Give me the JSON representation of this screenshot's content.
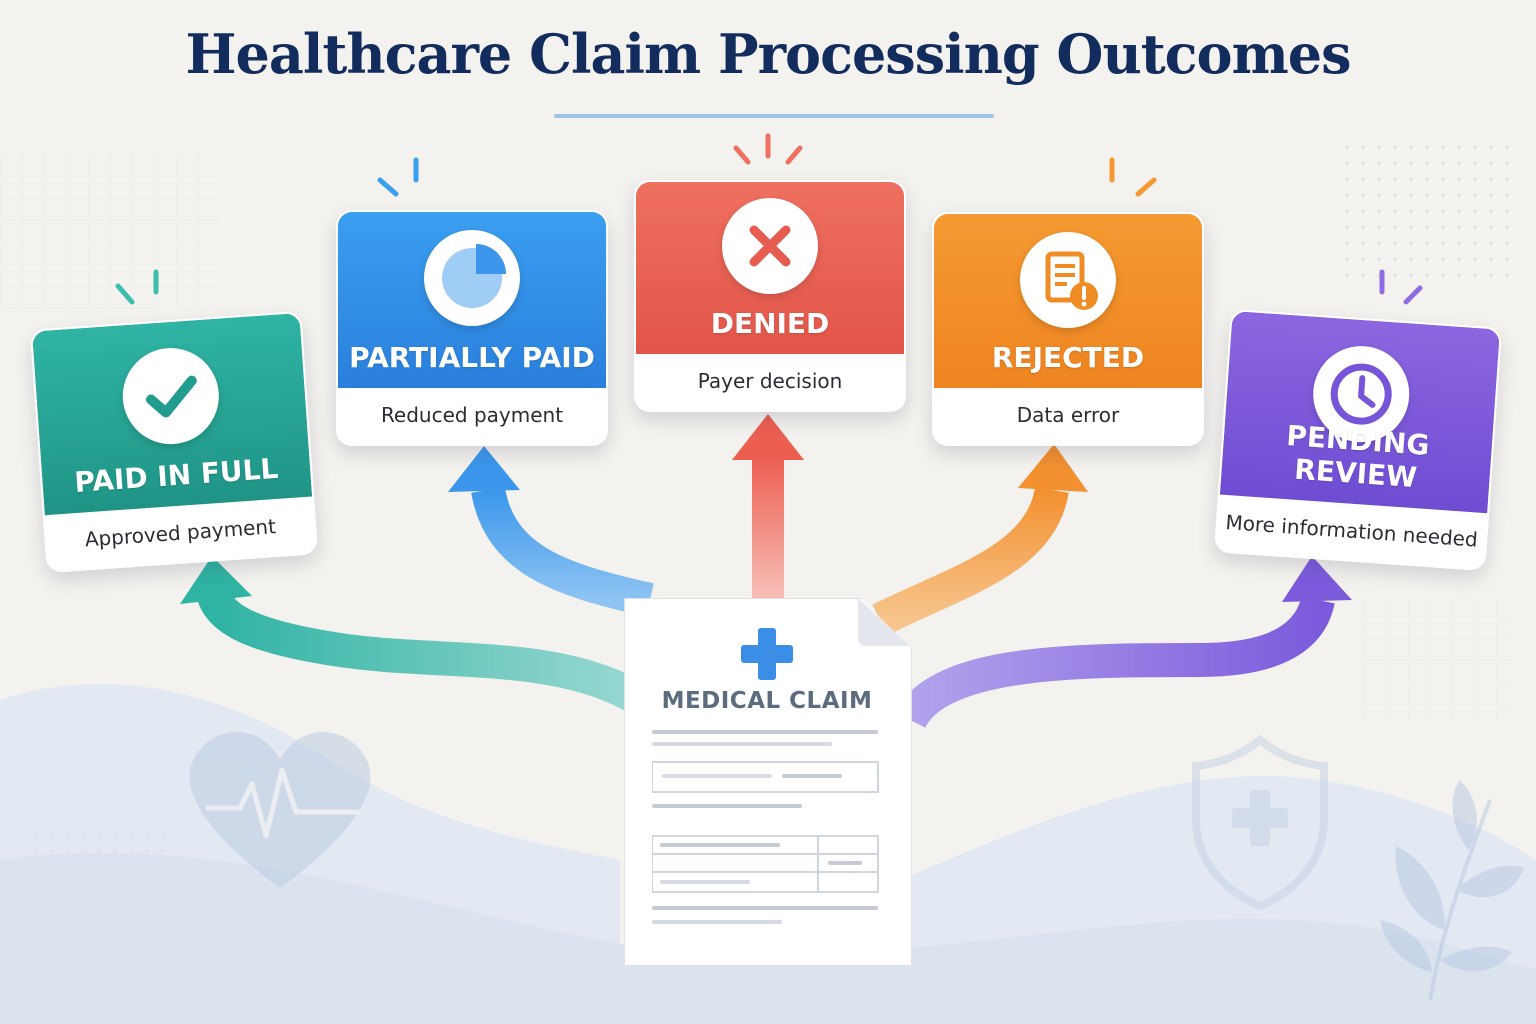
{
  "title": "Healthcare Claim Processing Outcomes",
  "source": {
    "label": "MEDICAL CLAIM"
  },
  "outcomes": [
    {
      "id": "paid",
      "label": "PAID IN FULL",
      "description": "Approved payment",
      "color": "#229c8e",
      "icon": "check-icon"
    },
    {
      "id": "partial",
      "label": "PARTIALLY PAID",
      "description": "Reduced payment",
      "color": "#2f8ae3",
      "icon": "pie-chart-icon"
    },
    {
      "id": "denied",
      "label": "DENIED",
      "description": "Payer decision",
      "color": "#e65c4f",
      "icon": "x-icon"
    },
    {
      "id": "rejected",
      "label": "REJECTED",
      "description": "Data error",
      "color": "#f08c26",
      "icon": "document-alert-icon"
    },
    {
      "id": "pending",
      "label": "PENDING REVIEW",
      "description": "More information needed",
      "color": "#7655d8",
      "icon": "clock-icon"
    }
  ],
  "decor_icons": [
    "heart-pulse-icon",
    "shield-plus-icon",
    "leaf-icon"
  ]
}
